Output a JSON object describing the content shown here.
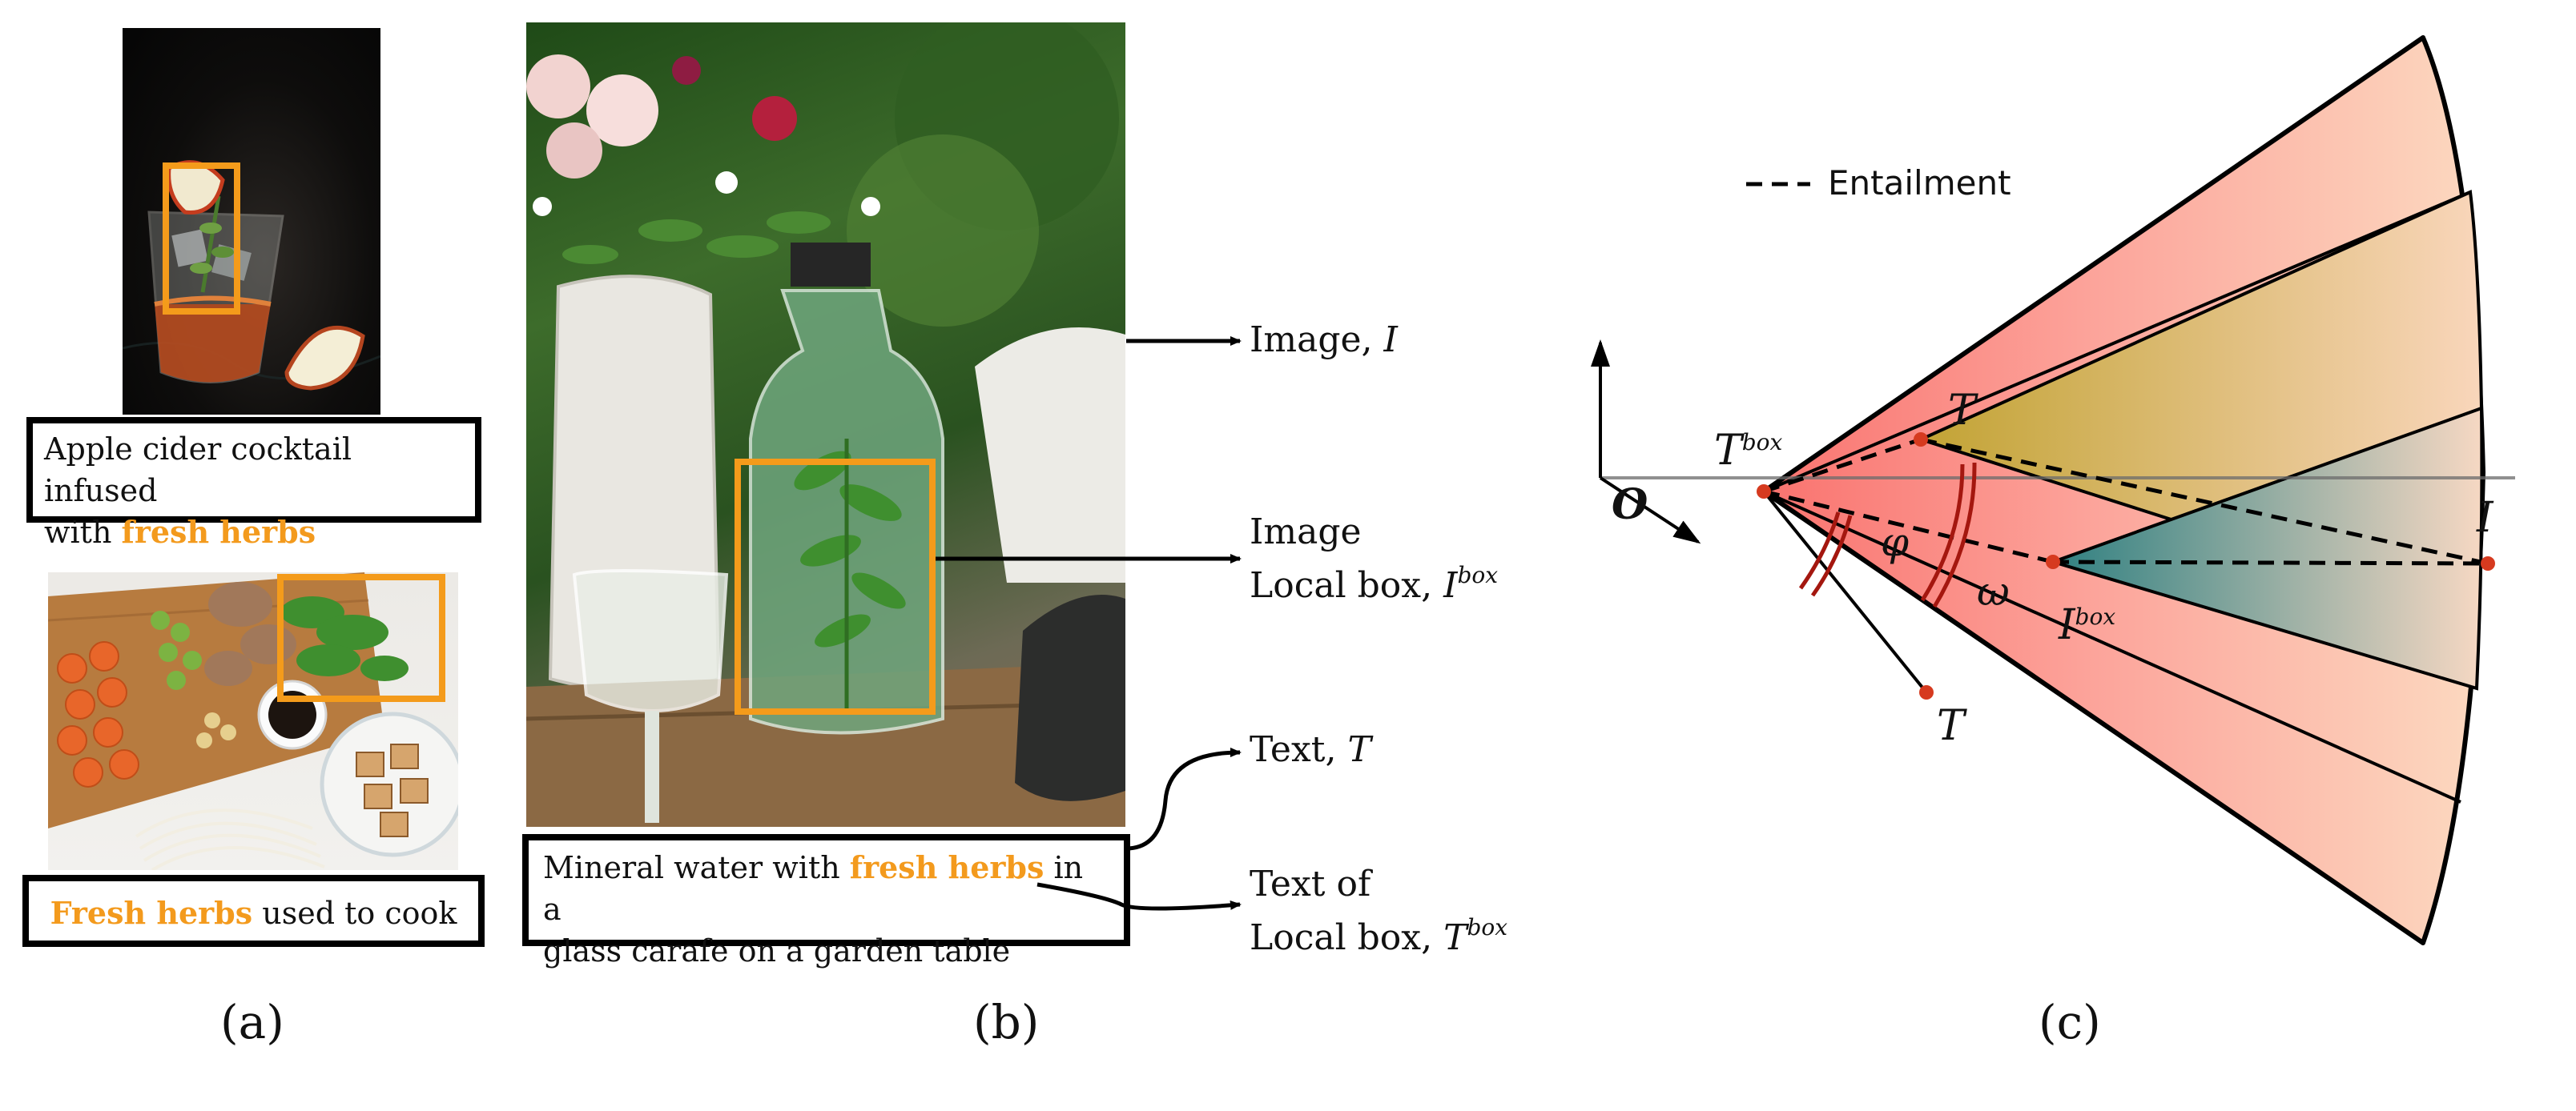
{
  "panel_a": {
    "label": "(a)",
    "caption_top": {
      "prefix": "Apple cider cocktail infused",
      "line2_prefix": "with ",
      "highlight": "fresh herbs"
    },
    "caption_bottom": {
      "highlight": "Fresh herbs",
      "suffix": " used to cook"
    }
  },
  "panel_b": {
    "label": "(b)",
    "caption": {
      "prefix": "Mineral water with ",
      "highlight": "fresh herbs",
      "suffix": " in a",
      "line2": "glass carafe on a garden table"
    },
    "annotations": {
      "image": {
        "text": "Image, ",
        "var": "I"
      },
      "image_box_line1": "Image",
      "image_box_line2": "Local box, ",
      "image_box_var": "I",
      "image_box_sup": "box",
      "text": {
        "text": "Text, ",
        "var": "T"
      },
      "text_box_line1": "Text of",
      "text_box_line2": "Local box, ",
      "text_box_var": "T",
      "text_box_sup": "box"
    }
  },
  "panel_c": {
    "label": "(c)",
    "legend": "Entailment",
    "origin": "O",
    "t_box_var": "T",
    "t_box_sup": "box",
    "t_var": "T",
    "t_var_lower": "T",
    "i_var": "I",
    "i_box_var": "I",
    "i_box_sup": "box",
    "phi": "φ",
    "omega": "ω"
  },
  "colors": {
    "highlight": "#f39a1d",
    "box_orange": "#f49b1b",
    "point": "#d63a1f",
    "angle": "#a4170f"
  }
}
